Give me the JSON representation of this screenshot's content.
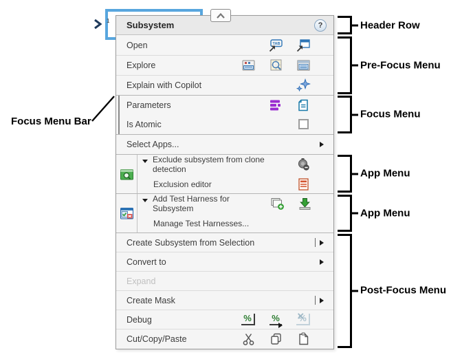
{
  "block": {
    "port_number": "1"
  },
  "menu": {
    "header": {
      "title": "Subsystem",
      "help_glyph": "?"
    },
    "items": {
      "open": "Open",
      "explore": "Explore",
      "explain_copilot": "Explain with Copilot",
      "parameters": "Parameters",
      "is_atomic": "Is Atomic",
      "select_apps": "Select Apps...",
      "clone_exclude": "Exclude subsystem from clone detection",
      "clone_editor": "Exclusion editor",
      "add_harness": "Add Test Harness for Subsystem",
      "manage_harnesses": "Manage Test Harnesses...",
      "create_subsystem": "Create Subsystem from Selection",
      "convert_to": "Convert to",
      "expand": "Expand",
      "create_mask": "Create Mask",
      "debug": "Debug",
      "cut_copy_paste": "Cut/Copy/Paste"
    },
    "glyphs": {
      "tab_label": "TAB",
      "percent": "%"
    }
  },
  "annotations": {
    "header_row": "Header Row",
    "pre_focus": "Pre-Focus Menu",
    "focus": "Focus Menu",
    "app_1": "App Menu",
    "app_2": "App Menu",
    "post_focus": "Post-Focus Menu",
    "focus_bar": "Focus Menu Bar"
  },
  "colors": {
    "selection_blue": "#58a6de",
    "icon_blue": "#2e75b6",
    "teal_blue": "#1778a8",
    "purple": "#9b2ed1",
    "green": "#2e7d32",
    "annotation_black": "#000000"
  }
}
